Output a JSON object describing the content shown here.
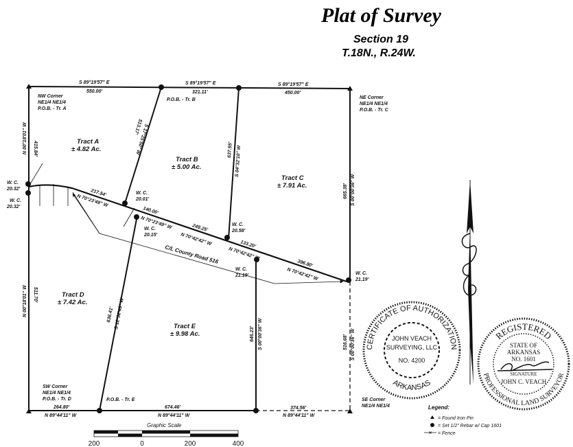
{
  "title": "Plat of Survey",
  "section": "Section 19",
  "township": "T.18N., R.24W.",
  "corners": {
    "nw": [
      "NW Corner",
      "NE1/4 NE1/4",
      "P.O.B. - Tr. A"
    ],
    "ne": [
      "NE Corner",
      "NE1/4 NE1/4",
      "P.O.B. - Tr. C"
    ],
    "sw": [
      "SW Corner",
      "NE1/4 NE1/4",
      "P.O.B. - Tr. D"
    ],
    "se": [
      "SE Corner",
      "NE1/4 NE1/4"
    ],
    "pob_b": "P.O.B. - Tr. B",
    "pob_e": "P.O.B. - Tr. E"
  },
  "tracts": [
    {
      "name": "Tract A",
      "area": "± 4.82 Ac."
    },
    {
      "name": "Tract B",
      "area": "± 5.00 Ac."
    },
    {
      "name": "Tract C",
      "area": "± 7.91 Ac."
    },
    {
      "name": "Tract D",
      "area": "± 7.42 Ac."
    },
    {
      "name": "Tract E",
      "area": "± 9.98 Ac."
    }
  ],
  "calls": {
    "top1_bearing": "S 89°19'57\" E",
    "top1_dist": "550.00'",
    "top2_bearing": "S 89°19'57\" E",
    "top2_dist": "321.11'",
    "top3_bearing": "S 89°19'57\" E",
    "top3_dist": "450.00'",
    "west_upper_bearing": "N 00°18'01\" W",
    "west_upper_dist": "415.84'",
    "west_lower_bearing": "N 00°18'01\" W",
    "west_lower_dist": "511.70'",
    "trB_west_dist": "513.17'",
    "trB_west_bearing": "S 17°25'50\" W",
    "trC_west_dist": "637.55'",
    "trC_west_bearing": "S 04°32'10\" W",
    "east_upper_dist": "665.38'",
    "east_upper_bearing": "S 00°00'36\" W",
    "east_lower_dist": "516.68'",
    "east_lower_bearing": "S 00°00'36\" W",
    "trE_west_dist": "636.41'",
    "trE_west_bearing": "S 12°32'49\" W",
    "trE_east_dist": "646.23'",
    "trE_east_bearing": "S 00°00'36\" W",
    "road1_dist": "217.54'",
    "road1_bearing": "N 70°23'49\" W",
    "road2_dist": "140.00'",
    "road2_bearing": "N 70°23'49\" W",
    "road3_dist": "249.25'",
    "road3_bearing": "N 70°42'42\" W",
    "road4_dist": "133.20'",
    "road4_bearing": "N 70°42'42\" W",
    "road5_dist": "396.80'",
    "road5_bearing": "N 70°42'42\" W",
    "bot1_dist": "264.80'",
    "bot1_bearing": "N 89°44'11\" W",
    "bot2_dist": "674.46'",
    "bot2_bearing": "N 89°44'11\" W",
    "bot3_dist": "374.56'",
    "bot3_bearing": "N 89°44'11\" W"
  },
  "witness_corners": [
    {
      "label": "W. C.",
      "value": "20.32'"
    },
    {
      "label": "W. C.",
      "value": "20.32'"
    },
    {
      "label": "W. C.",
      "value": "20.01'"
    },
    {
      "label": "W. C.",
      "value": "20.15'"
    },
    {
      "label": "W. C.",
      "value": "20.58'"
    },
    {
      "label": "W. C.",
      "value": "21.19'"
    },
    {
      "label": "W. C.",
      "value": "21.19'"
    }
  ],
  "road_label": "C/L County Road 516",
  "scale": {
    "title": "Graphic Scale",
    "ticks": [
      "200",
      "0",
      "200",
      "400"
    ]
  },
  "seal_authorization": {
    "ring_top": "CERTIFICATE OF AUTHORIZATION",
    "ring_bottom": "ARKANSAS",
    "line1": "JOHN VEACH",
    "line2": "SURVEYING, LLC",
    "number": "NO. 4200"
  },
  "seal_surveyor": {
    "ring_top": "REGISTERED",
    "ring_bottom": "PROFESSIONAL LAND SURVEYOR",
    "state1": "STATE OF",
    "state2": "ARKANSAS",
    "number": "NO. 1601",
    "signature_label": "SIGNATURE",
    "name": "JOHN C. VEACH"
  },
  "legend": {
    "title": "Legend:",
    "items": [
      "= Found Iron Pin",
      "= Set 1/2\" Rebar w/ Cap 1601",
      "= Fence"
    ]
  }
}
